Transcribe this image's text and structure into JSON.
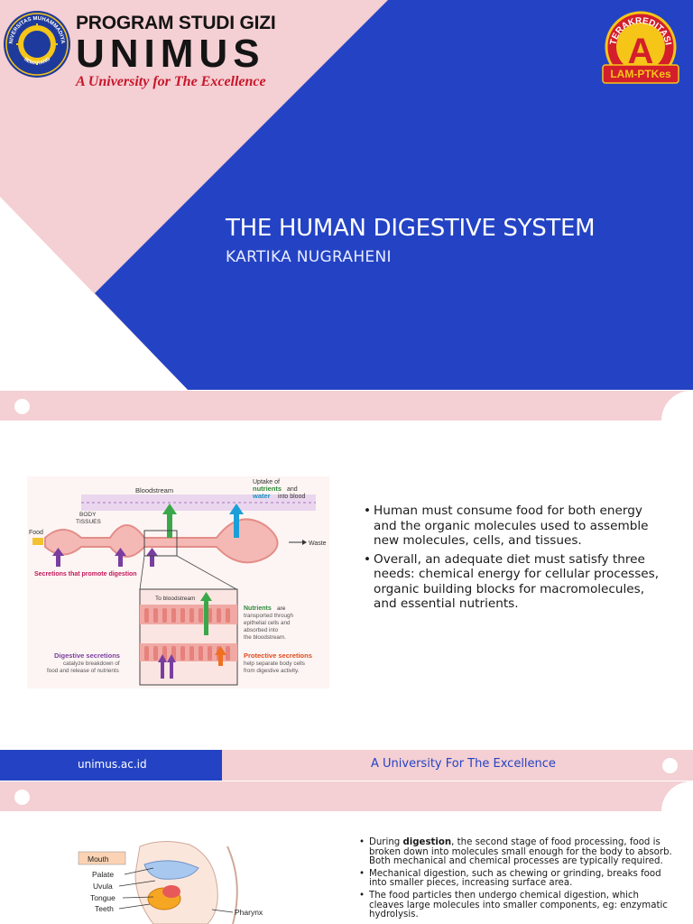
{
  "slide1": {
    "program": "PROGRAM STUDI GIZI",
    "university": "UNIMUS",
    "tagline": "A University for The Excellence",
    "seal_text_top": "UNIVERSITAS MUHAMMADIYAH",
    "seal_text_bottom": "SEMARANG",
    "accreditation": {
      "arc_text": "TERAKREDITASI",
      "grade": "A",
      "body": "LAM-PTKes"
    },
    "title": "THE HUMAN DIGESTIVE SYSTEM",
    "author": "KARTIKA NUGRAHENI"
  },
  "slide2": {
    "diagram": {
      "bloodstream": "Bloodstream",
      "uptake_line1": "Uptake of",
      "uptake_nutrients": "nutrients",
      "uptake_and": "and",
      "uptake_water": "water",
      "uptake_rest": "into blood",
      "body": "BODY",
      "tissues": "TISSUES",
      "food": "Food",
      "waste": "Waste",
      "secretions": "Secretions that promote digestion",
      "to_bloodstream": "To bloodstream",
      "nutrients_title": "Nutrients",
      "nutrients_are": "are",
      "nutrients_l2": "transported through",
      "nutrients_l3": "epithelial cells and",
      "nutrients_l4": "absorbed into",
      "nutrients_l5": "the bloodstream.",
      "digestive_title": "Digestive secretions",
      "digestive_l2": "catalyze breakdown of",
      "digestive_l3": "food and release of nutrients",
      "protective_title": "Protective secretions",
      "protective_l2": "help separate body cells",
      "protective_l3": "from digestive activity."
    },
    "bullets": [
      "Human must consume food for both energy and the organic molecules used to assemble new molecules, cells, and tissues.",
      "Overall, an adequate diet must satisfy three needs: chemical energy for cellular processes, organic building blocks for macromolecules, and essential nutrients."
    ],
    "footer": {
      "url": "unimus.ac.id",
      "tagline": "A University For The Excellence"
    }
  },
  "slide3": {
    "diagram": {
      "mouth": "Mouth",
      "palate": "Palate",
      "uvula": "Uvula",
      "tongue": "Tongue",
      "teeth": "Teeth",
      "pharynx": "Pharynx"
    },
    "bullets": [
      {
        "pre": "During ",
        "bold": "digestion",
        "post": ", the second stage of food processing, food is broken down into molecules small enough for the body to absorb. Both mechanical and chemical processes are typically required."
      },
      {
        "pre": "Mechanical digestion, such as chewing or grinding, breaks food into smaller pieces, increasing surface area.",
        "bold": "",
        "post": ""
      },
      {
        "pre": "The food particles then undergo chemical digestion, which cleaves large molecules into smaller components, eg: enzymatic hydrolysis.",
        "bold": "",
        "post": ""
      }
    ]
  },
  "colors": {
    "blue": "#2443c4",
    "pink": "#f4cfd3",
    "red": "#c8162b"
  }
}
